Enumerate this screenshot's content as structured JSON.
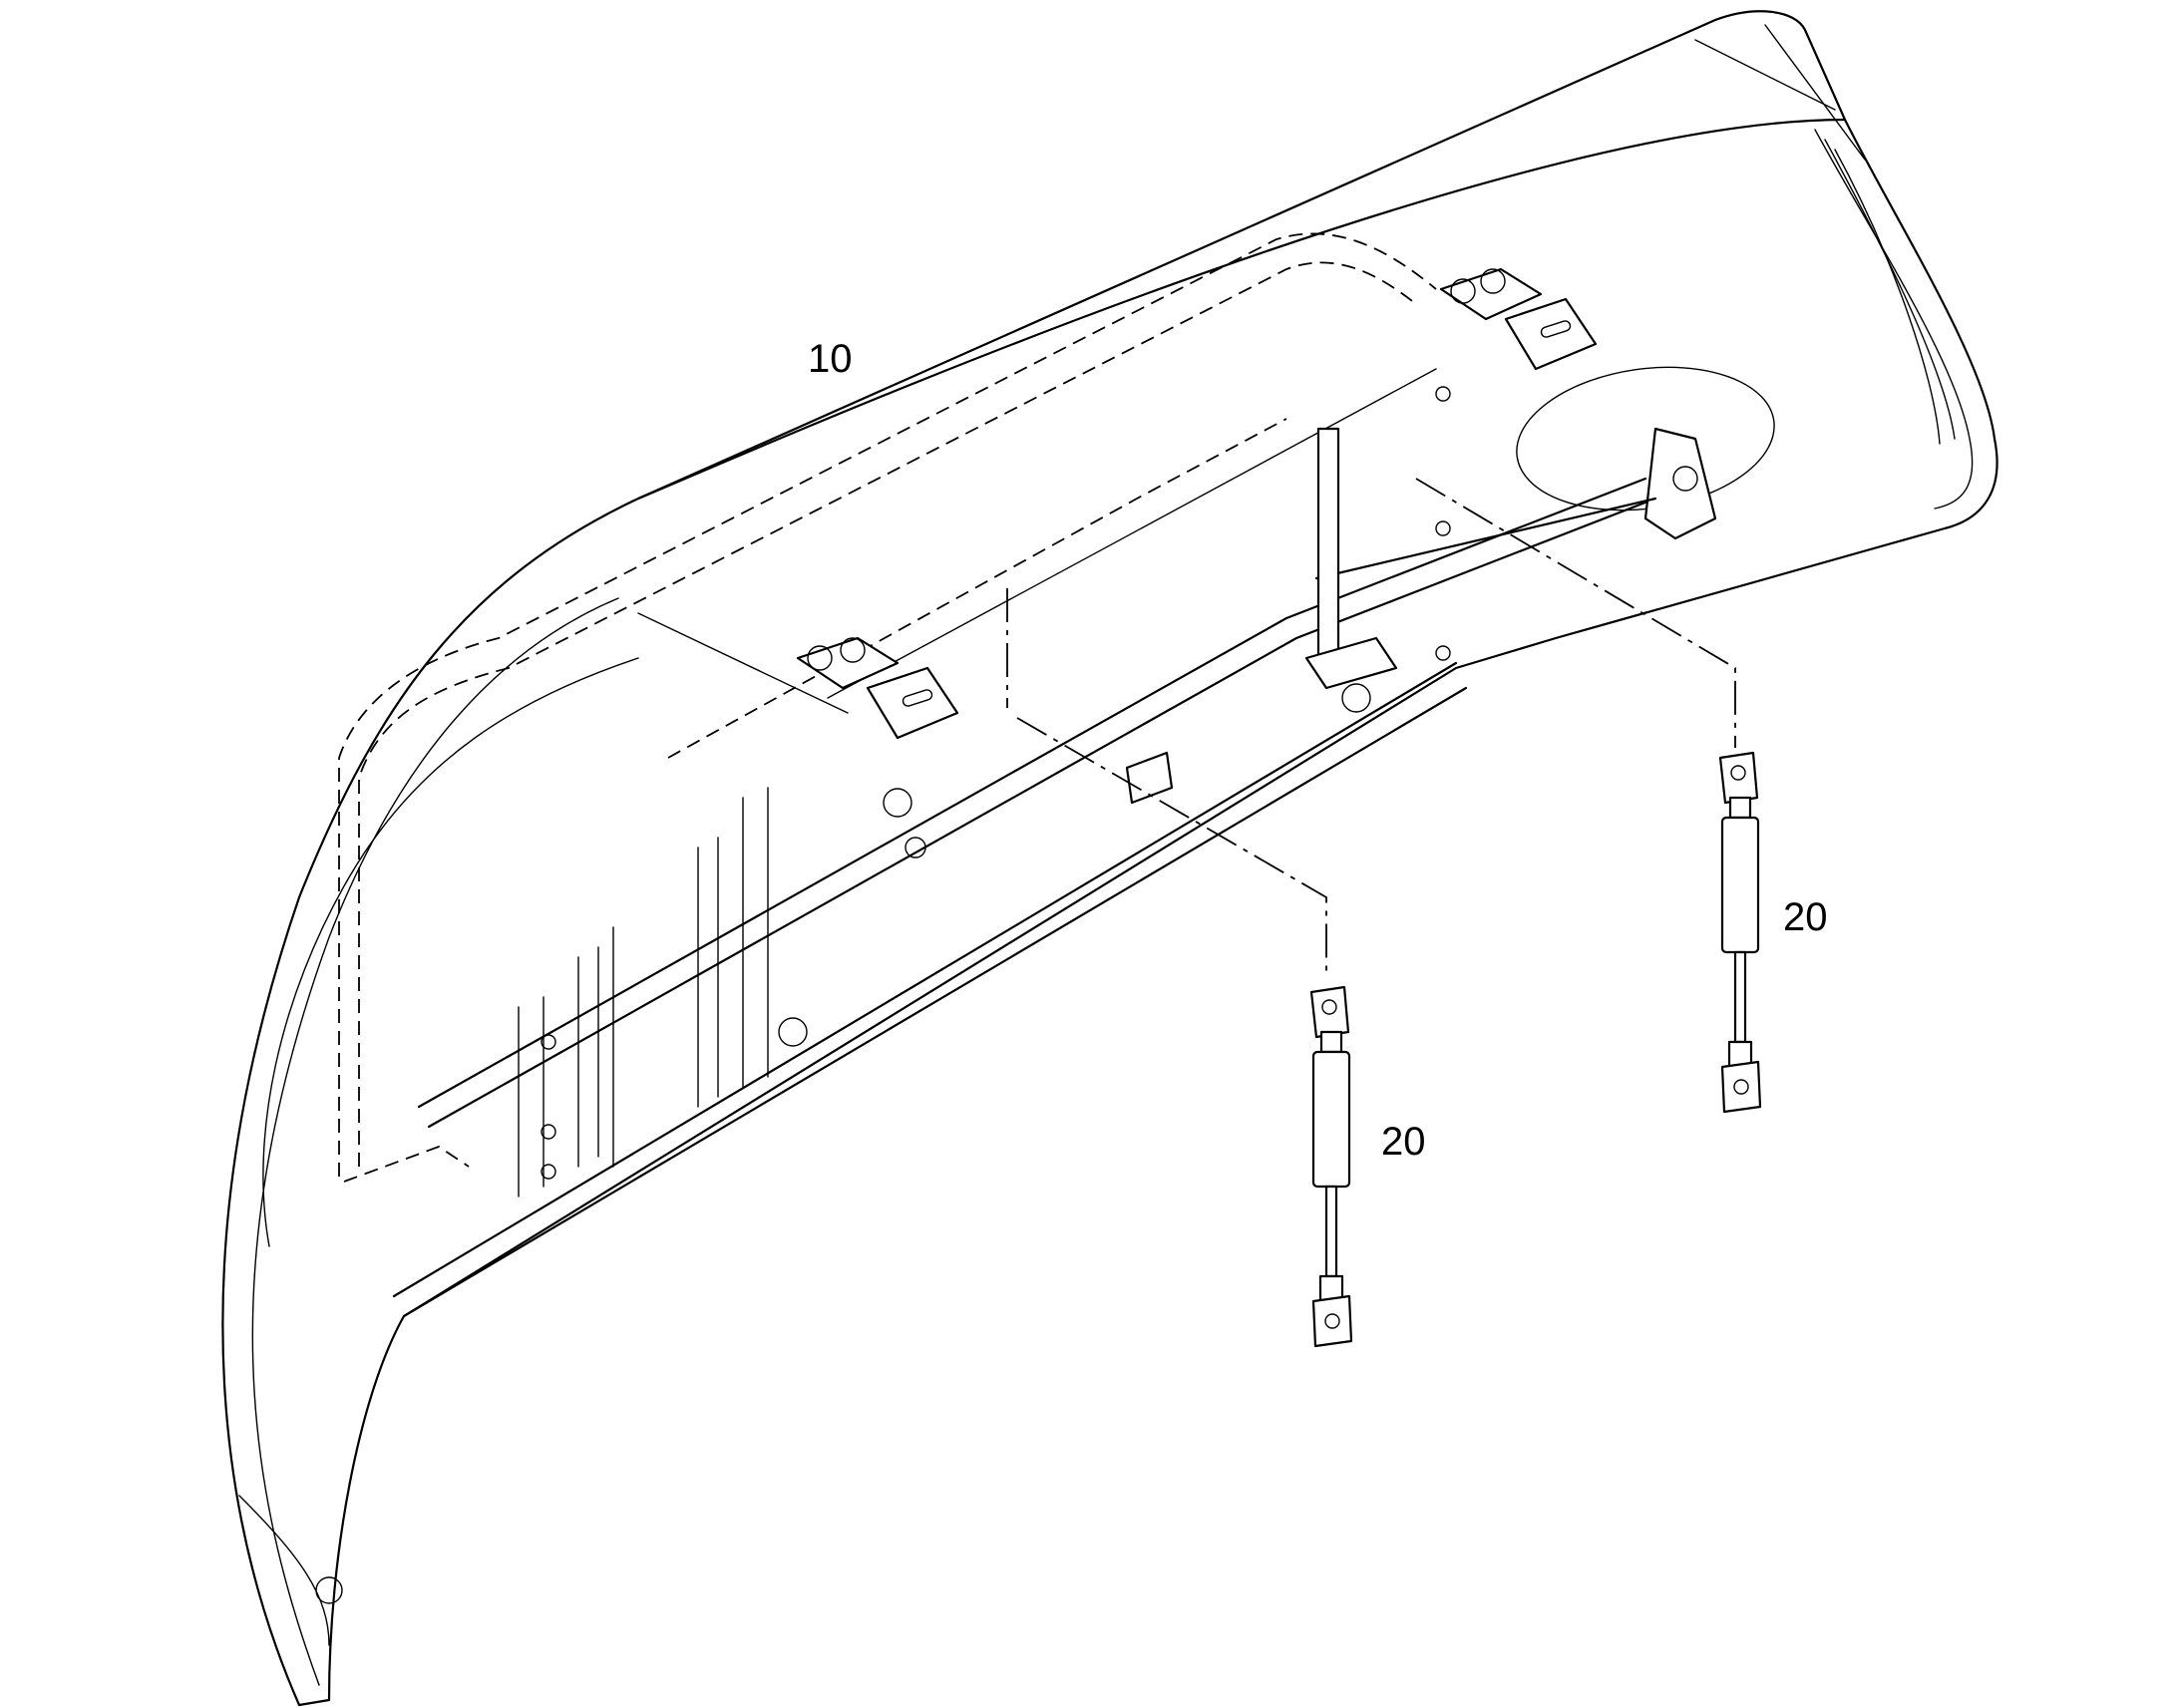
{
  "callouts": {
    "hood": "10",
    "strut_left": "20",
    "strut_right": "20"
  }
}
